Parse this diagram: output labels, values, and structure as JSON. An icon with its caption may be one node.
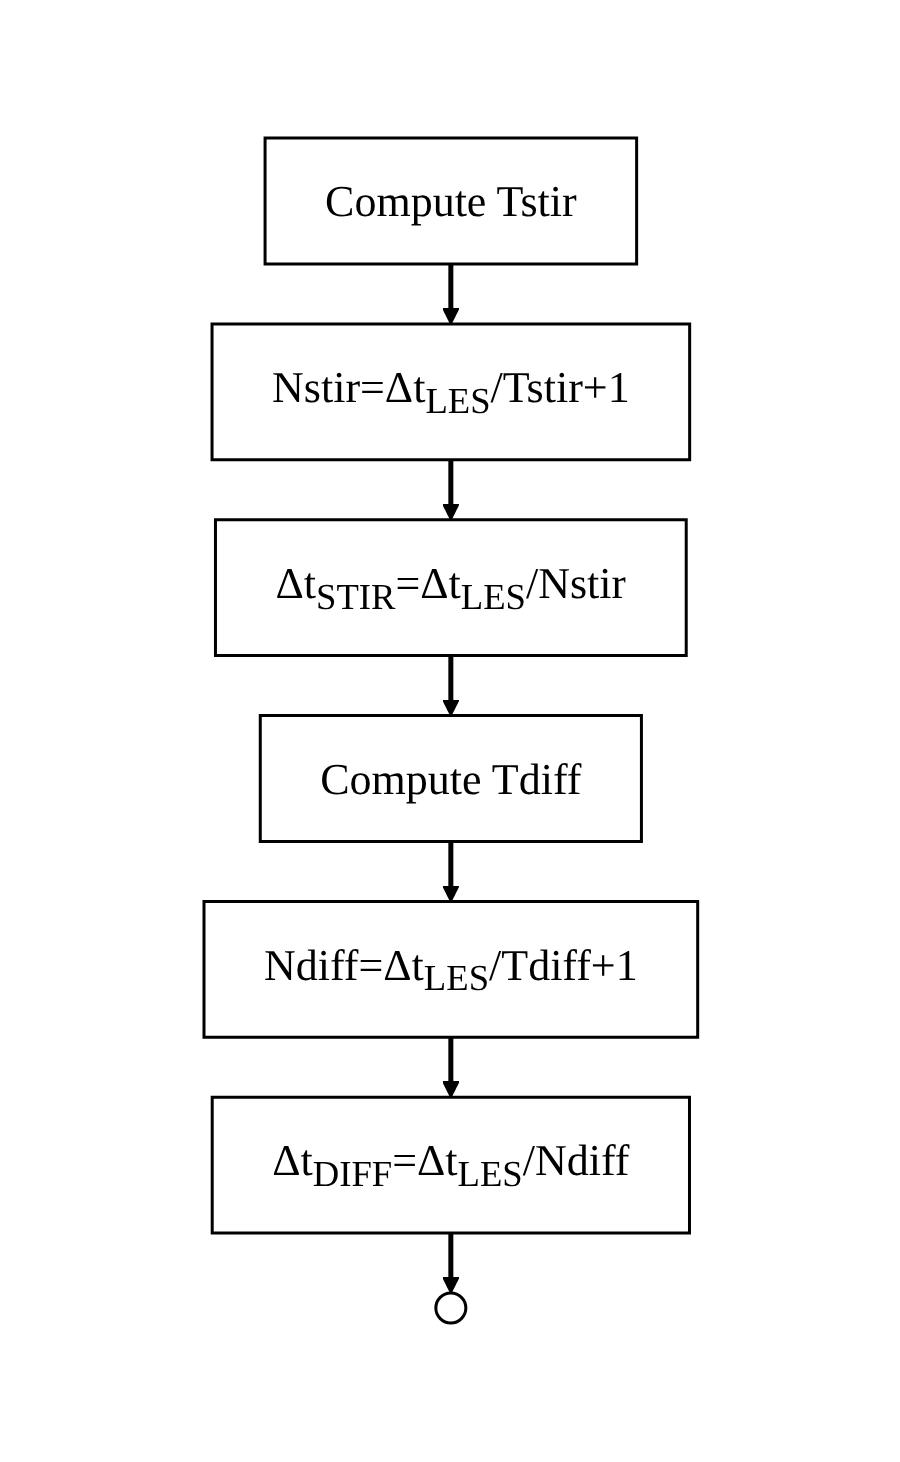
{
  "diagram": {
    "nodes": [
      {
        "text": [
          "Compute Tstir"
        ]
      },
      {
        "text": [
          "Nstir=Δt$_{LES}$/Tstir+1"
        ]
      },
      {
        "text": [
          "Δt$_{STIR}$=Δt$_{LES}$/Nstir"
        ]
      },
      {
        "text": [
          "Compute Tdiff"
        ]
      },
      {
        "text": [
          "Ndiff=Δt$_{LES}$/Tdiff+1"
        ]
      },
      {
        "text": [
          "Δt$_{DIFF}$=Δt$_{LES}$/Ndiff"
        ]
      },
      {
        "text": [],
        "shape": "circle"
      }
    ],
    "edges": [
      {
        "from": 0,
        "to": 1,
        "arrow": "to"
      },
      {
        "from": 1,
        "to": 2,
        "arrow": "to"
      },
      {
        "from": 2,
        "to": 3,
        "arrow": "to"
      },
      {
        "from": 3,
        "to": 4,
        "arrow": "to"
      },
      {
        "from": 4,
        "to": 5,
        "arrow": "to"
      },
      {
        "from": 5,
        "to": 6,
        "arrow": "to"
      }
    ]
  }
}
